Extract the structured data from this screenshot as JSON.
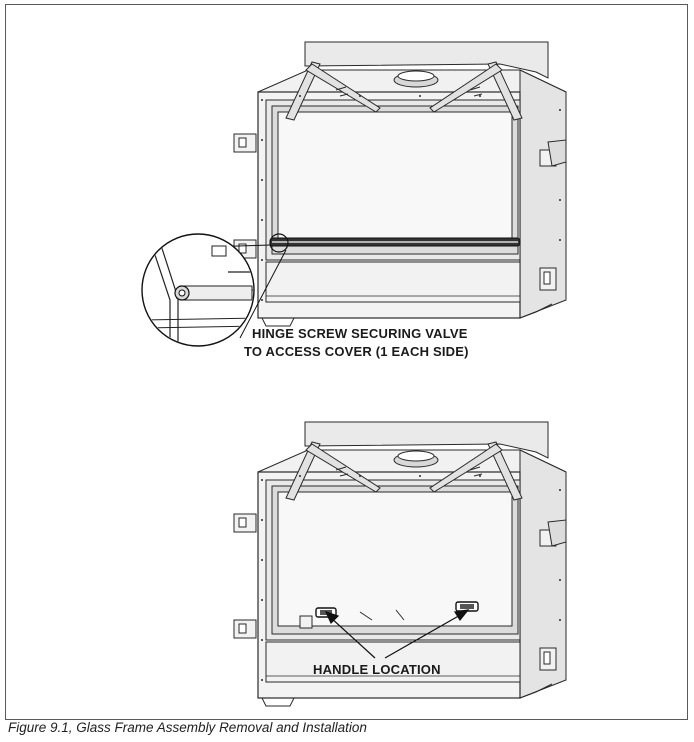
{
  "figure": {
    "callout_top_line1": "HINGE SCREW SECURING VALVE",
    "callout_top_line2": "TO ACCESS COVER (1 EACH SIDE)",
    "callout_bottom": "HANDLE LOCATION",
    "caption": "Figure 9.1, Glass Frame Assembly Removal and Installation"
  },
  "colors": {
    "line": "#2a2a2a",
    "fill_light": "#e6e6e6",
    "fill_mid": "#cfcfcf",
    "background": "#ffffff"
  }
}
